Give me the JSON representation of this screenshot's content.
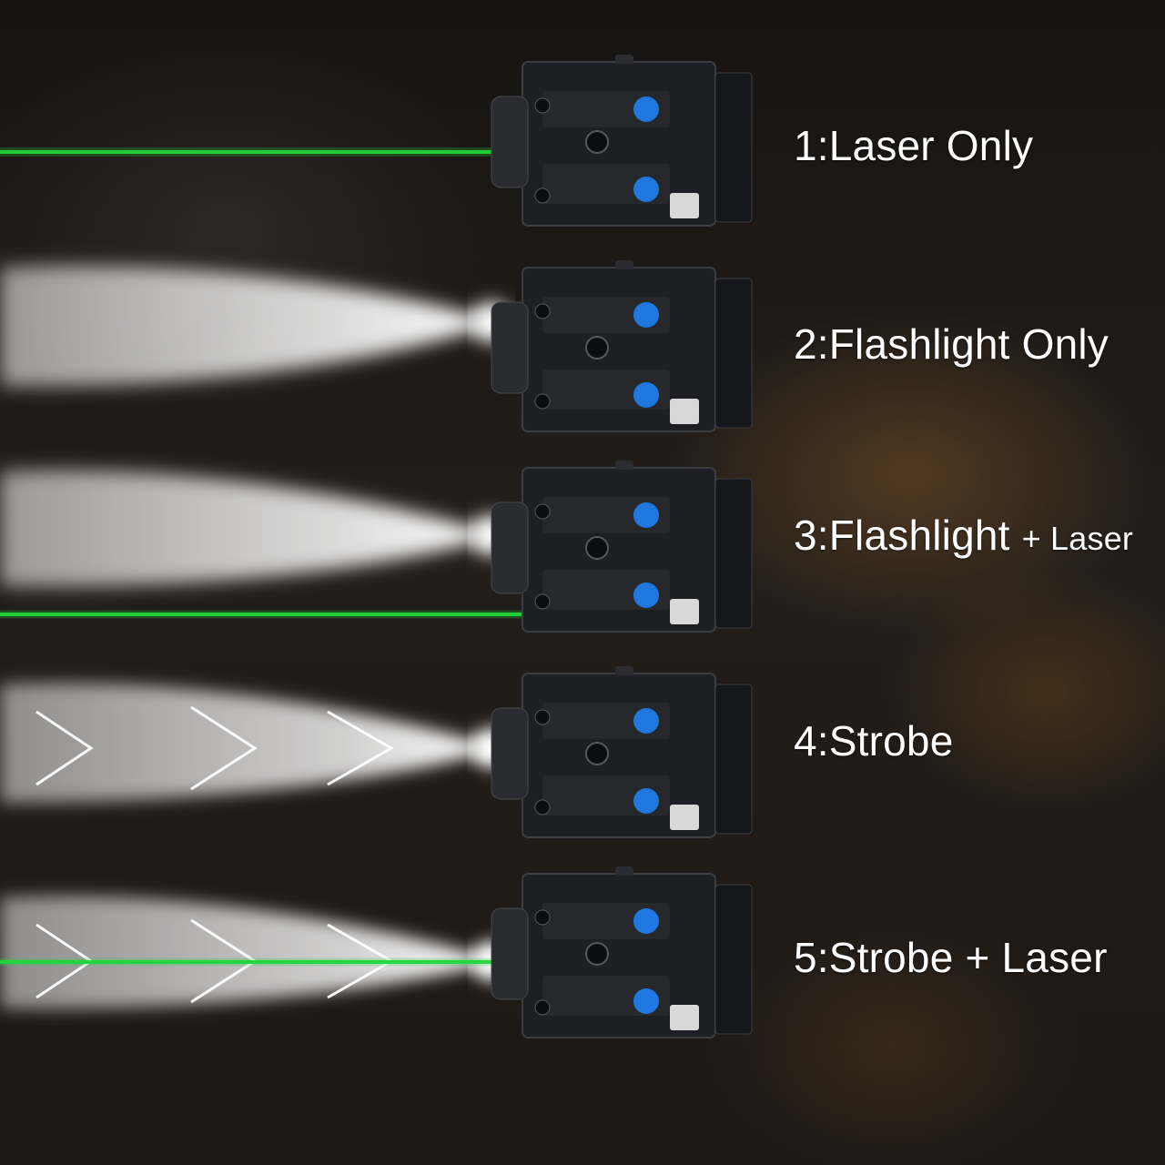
{
  "modes": [
    {
      "label": "1:Laser Only",
      "flashlight": false,
      "strobe": false,
      "laser": true
    },
    {
      "label": "2:Flashlight Only",
      "flashlight": true,
      "strobe": false,
      "laser": false
    },
    {
      "label_main": "3:Flashlight",
      "label_suffix": "+ Laser",
      "flashlight": true,
      "strobe": false,
      "laser": true
    },
    {
      "label": "4:Strobe",
      "flashlight": true,
      "strobe": true,
      "laser": false
    },
    {
      "label": "5:Strobe + Laser",
      "flashlight": true,
      "strobe": true,
      "laser": true
    }
  ],
  "colors": {
    "laser": "#22d63a",
    "beam": "#ffffff",
    "button": "#1f78e0",
    "device_body": "#1d1f22"
  }
}
